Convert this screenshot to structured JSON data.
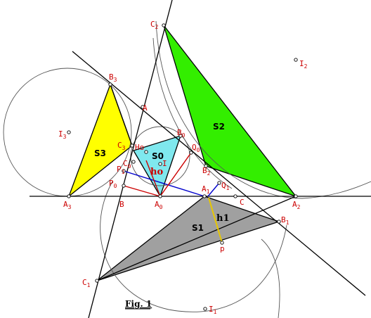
{
  "figure": {
    "caption": "Fig. 1",
    "colors": {
      "S1": "#a0a0a0",
      "S2": "#33ee00",
      "S3": "#ffff00",
      "S0": "#7fe8ee",
      "construction_red": "#cc0000",
      "construction_blue": "#0000cc",
      "height_line": "#e8c800"
    },
    "regions": {
      "S1": "S1",
      "S2": "S2",
      "S3": "S3",
      "S0": "S0"
    },
    "annotations": {
      "ho": "ho",
      "h1": "h1"
    },
    "points": [
      {
        "id": "A",
        "base": "A",
        "sub": ""
      },
      {
        "id": "B",
        "base": "B",
        "sub": ""
      },
      {
        "id": "C",
        "base": "C",
        "sub": ""
      },
      {
        "id": "A0",
        "base": "A",
        "sub": "0"
      },
      {
        "id": "B0",
        "base": "B",
        "sub": "0"
      },
      {
        "id": "C0",
        "base": "C",
        "sub": "0"
      },
      {
        "id": "A1",
        "base": "A",
        "sub": "1"
      },
      {
        "id": "B1",
        "base": "B",
        "sub": "1"
      },
      {
        "id": "C1",
        "base": "C",
        "sub": "1"
      },
      {
        "id": "A2",
        "base": "A",
        "sub": "2"
      },
      {
        "id": "B2",
        "base": "B",
        "sub": "2"
      },
      {
        "id": "C2",
        "base": "C",
        "sub": "2"
      },
      {
        "id": "A3",
        "base": "A",
        "sub": "3"
      },
      {
        "id": "B3",
        "base": "B",
        "sub": "3"
      },
      {
        "id": "C3",
        "base": "C",
        "sub": "3"
      },
      {
        "id": "I",
        "base": "I",
        "sub": ""
      },
      {
        "id": "I1",
        "base": "I",
        "sub": "1"
      },
      {
        "id": "I2",
        "base": "I",
        "sub": "2"
      },
      {
        "id": "I3",
        "base": "I",
        "sub": "3"
      },
      {
        "id": "Ho",
        "base": "Ho",
        "sub": ""
      },
      {
        "id": "Po",
        "base": "P",
        "sub": "0"
      },
      {
        "id": "P1",
        "base": "P",
        "sub": "1"
      },
      {
        "id": "Qo",
        "base": "Q",
        "sub": "0"
      },
      {
        "id": "Q1",
        "base": "Q",
        "sub": "1"
      },
      {
        "id": "p",
        "base": "p",
        "sub": ""
      }
    ]
  }
}
